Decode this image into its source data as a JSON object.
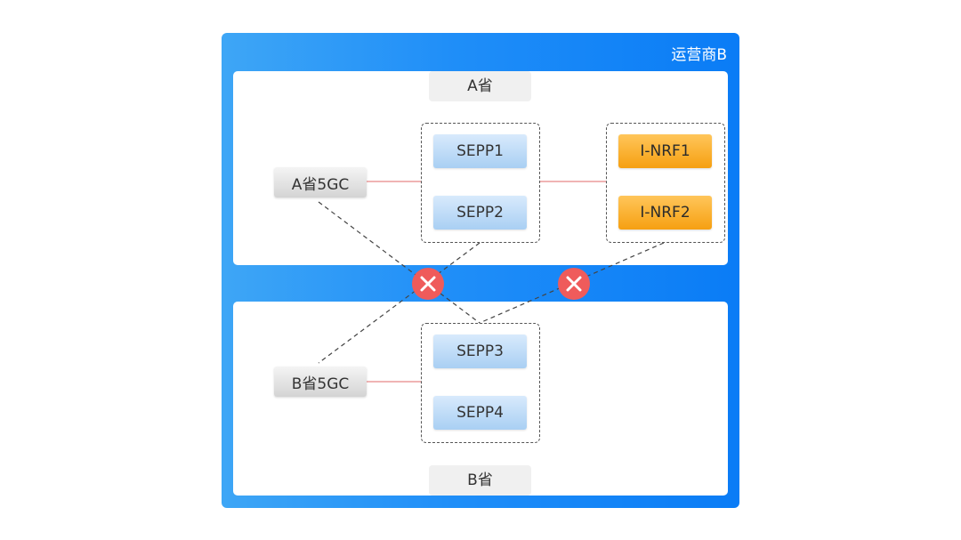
{
  "operator": {
    "label": "运营商B"
  },
  "provinces": {
    "a": {
      "label": "A省",
      "core": "A省5GC"
    },
    "b": {
      "label": "B省",
      "core": "B省5GC"
    }
  },
  "sepp": [
    "SEPP1",
    "SEPP2",
    "SEPP3",
    "SEPP4"
  ],
  "nrf": [
    "I-NRF1",
    "I-NRF2"
  ],
  "colors": {
    "operator_gradient_start": "#3ea6f6",
    "operator_gradient_end": "#0a7cf6",
    "direct_link": "#e88888",
    "dashed_link": "#444444",
    "blocked_icon": "#ef5b5b",
    "nrf_fill": "#f7a824",
    "sepp_fill": "#b9d9f7"
  },
  "icons": {
    "blocked": "close-circle-icon"
  }
}
